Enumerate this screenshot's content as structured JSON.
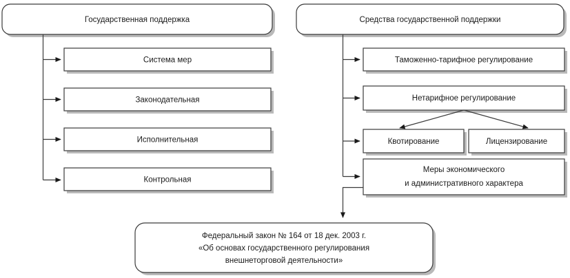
{
  "diagram": {
    "title_left": "Государственная поддержка",
    "title_right": "Средства государственной поддержки",
    "left_column": {
      "header": "Государственная поддержка",
      "items": [
        {
          "label": "Система мер"
        },
        {
          "label": "Законодательная"
        },
        {
          "label": "Исполнительная"
        },
        {
          "label": "Контрольная"
        }
      ]
    },
    "right_column": {
      "header": "Средства государственной поддержки",
      "items": [
        {
          "label": "Таможенно-тарифное регулирование"
        },
        {
          "label": "Нетарифное регулирование"
        },
        {
          "label": "Меры экономического",
          "label_line2": "и административного характера"
        }
      ],
      "sub_items": [
        {
          "label": "Квотирование"
        },
        {
          "label": "Лицензирование"
        }
      ]
    },
    "footer_box": {
      "line1": "Федеральный закон № 164 от 18 дек. 2003 г.",
      "line2": "«Об основах государственного регулирования",
      "line3": "внешнеторговой деятельности»"
    },
    "colors": {
      "box_border": "#3a3a3a",
      "box_fill": "#ffffff",
      "shadow": "#b9b9b9",
      "text": "#1a1a1a",
      "background": "#ffffff"
    }
  }
}
